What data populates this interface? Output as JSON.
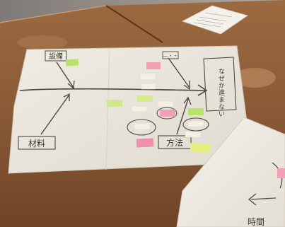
{
  "scene": {
    "kind": "photo",
    "colors": {
      "table": "#8a5a36",
      "table_light": "#a87448",
      "paper": "#ece8df",
      "paper_shadow": "#cfc8bb",
      "ink": "#3c3a36",
      "note_green": "#b9e26a",
      "note_yellow": "#e4ef7c",
      "note_pink": "#f2a0b8",
      "note_white": "#f3f1e6",
      "floor": "#9a8f86"
    }
  },
  "poster": {
    "top_left_label": "設備",
    "vertical_title": "なぜか進まない",
    "bottom_left_label": "材料",
    "bottom_center_label": "方法"
  },
  "second_sheet": {
    "corner_label": "時間"
  }
}
